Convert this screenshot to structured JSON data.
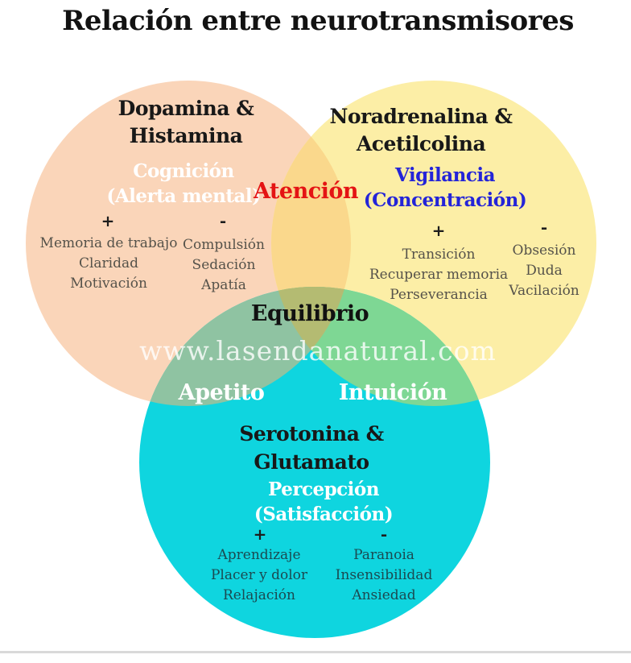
{
  "title": "Relación entre neurotransmisores",
  "watermark": "www.lasendanatural.com",
  "signs": {
    "plus": "+",
    "minus": "-"
  },
  "colors": {
    "title_text": "#121212",
    "black_text": "#181818",
    "white_text": "#FFFFFF",
    "attention_red": "#E41414",
    "vigilance_blue": "#2424D8",
    "list_text": "#55524A",
    "list_text_on_cyan": "#1B4A51",
    "watermark_white": "rgba(255,255,255,0.8)",
    "equilibrio_text": "#111111"
  },
  "circles": {
    "dopamina": {
      "name": [
        "Dopamina &",
        "Histamina"
      ],
      "function": [
        "Cognición",
        "(Alerta mental)"
      ],
      "fill": "#FAD5B9",
      "positives": [
        "Memoria de trabajo",
        "Claridad",
        "Motivación"
      ],
      "negatives": [
        "Compulsión",
        "Sedación",
        "Apatía"
      ]
    },
    "noradrenalina": {
      "name": [
        "Noradrenalina &",
        "Acetilcolina"
      ],
      "function": [
        "Vigilancia",
        "(Concentración)"
      ],
      "fill": "#FCEEA6",
      "positives": [
        "Transición",
        "Recuperar memoria",
        "Perseverancia"
      ],
      "negatives": [
        "Obsesión",
        "Duda",
        "Vacilación"
      ]
    },
    "serotonina": {
      "name": [
        "Serotonina &",
        "Glutamato"
      ],
      "function": [
        "Percepción",
        "(Satisfacción)"
      ],
      "fill": "#0FD5DF",
      "positives": [
        "Aprendizaje",
        "Placer y dolor",
        "Relajación"
      ],
      "negatives": [
        "Paranoia",
        "Insensibilidad",
        "Ansiedad"
      ]
    }
  },
  "intersections": {
    "atencion": {
      "label": "Atención",
      "fill": "#FAD88C"
    },
    "apetito": {
      "label": "Apetito",
      "fill": "#8FC3A2"
    },
    "intuicion": {
      "label": "Intuición",
      "fill": "#7ED794"
    },
    "equilibrio": {
      "label": "Equilibrio",
      "fill": "#B4BB72"
    }
  }
}
